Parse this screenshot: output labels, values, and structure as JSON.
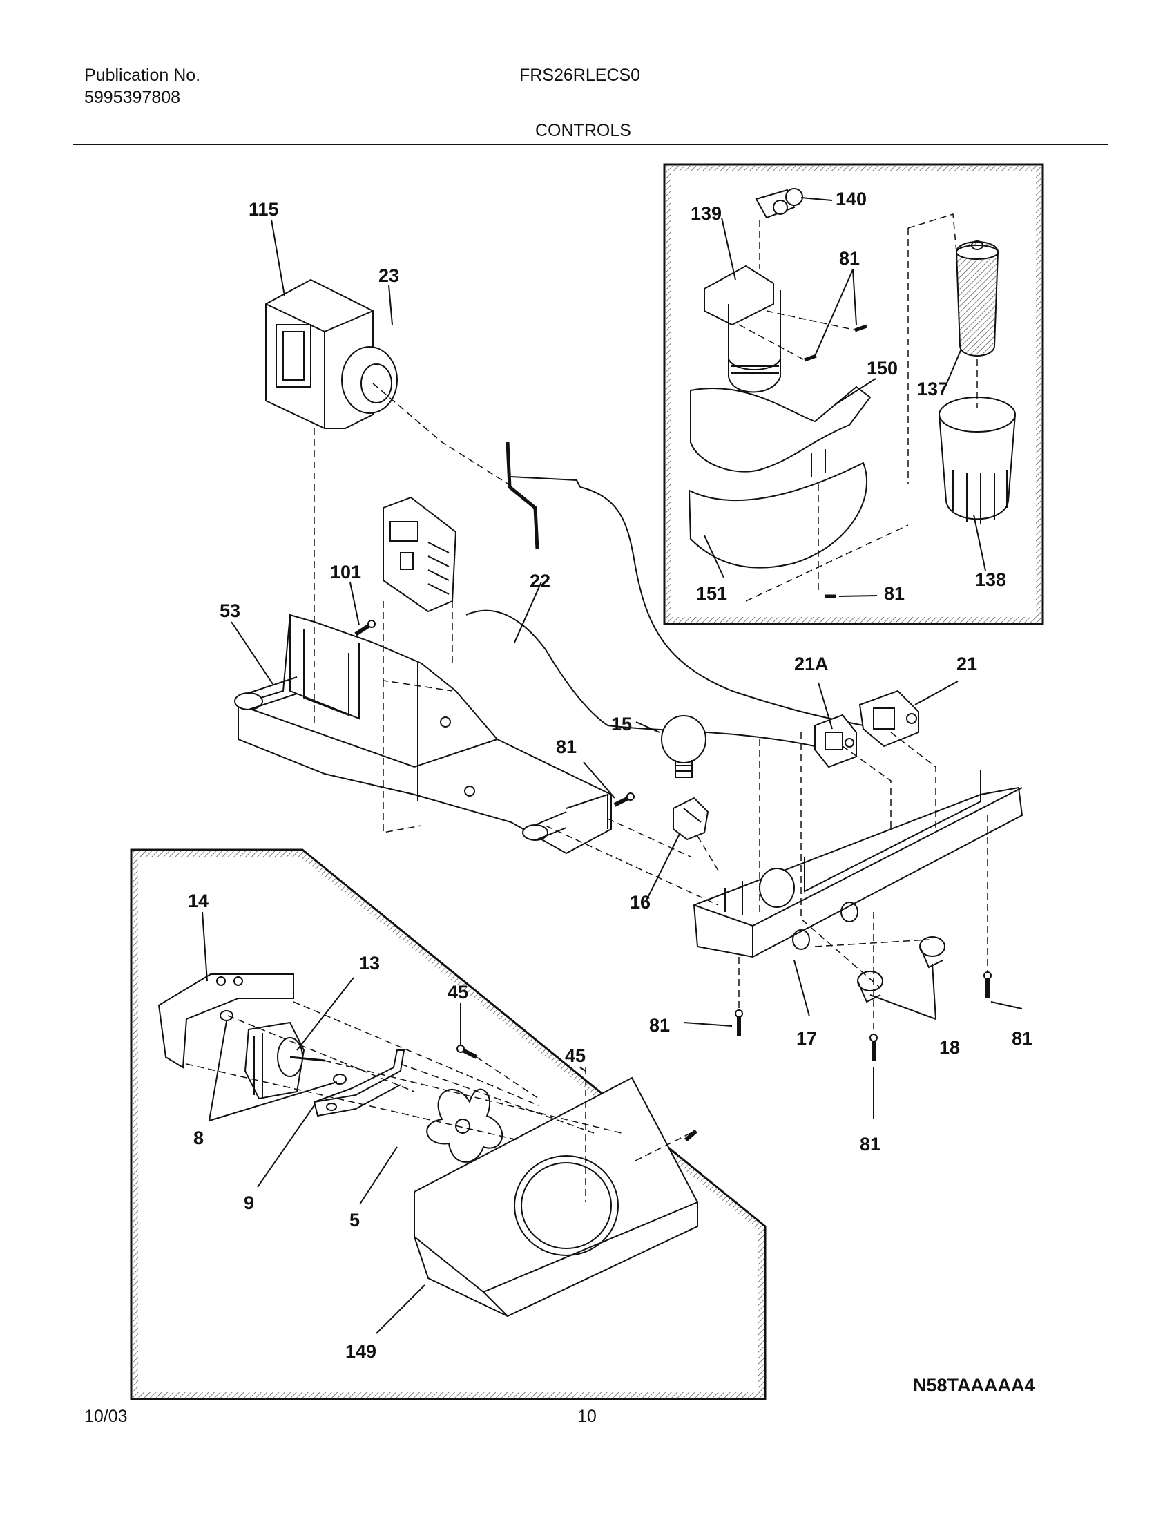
{
  "header": {
    "publication_label": "Publication No.",
    "publication_number": "5995397808",
    "model": "FRS26RLECS0",
    "section": "CONTROLS"
  },
  "callouts": {
    "c115": "115",
    "c23": "23",
    "c101": "101",
    "c53": "53",
    "c22": "22",
    "c139": "139",
    "c140": "140",
    "c81_a": "81",
    "c150": "150",
    "c137": "137",
    "c151": "151",
    "c81_b": "81",
    "c138": "138",
    "c21A": "21A",
    "c21": "21",
    "c15": "15",
    "c81_c": "81",
    "c16": "16",
    "c17": "17",
    "c18": "18",
    "c81_d": "81",
    "c81_e": "81",
    "c81_f": "81",
    "c14": "14",
    "c13": "13",
    "c45_a": "45",
    "c45_b": "45",
    "c8": "8",
    "c9": "9",
    "c5": "5",
    "c149": "149"
  },
  "figure_code": "N58TAAAAA4",
  "footer": {
    "date": "10/03",
    "page": "10"
  }
}
